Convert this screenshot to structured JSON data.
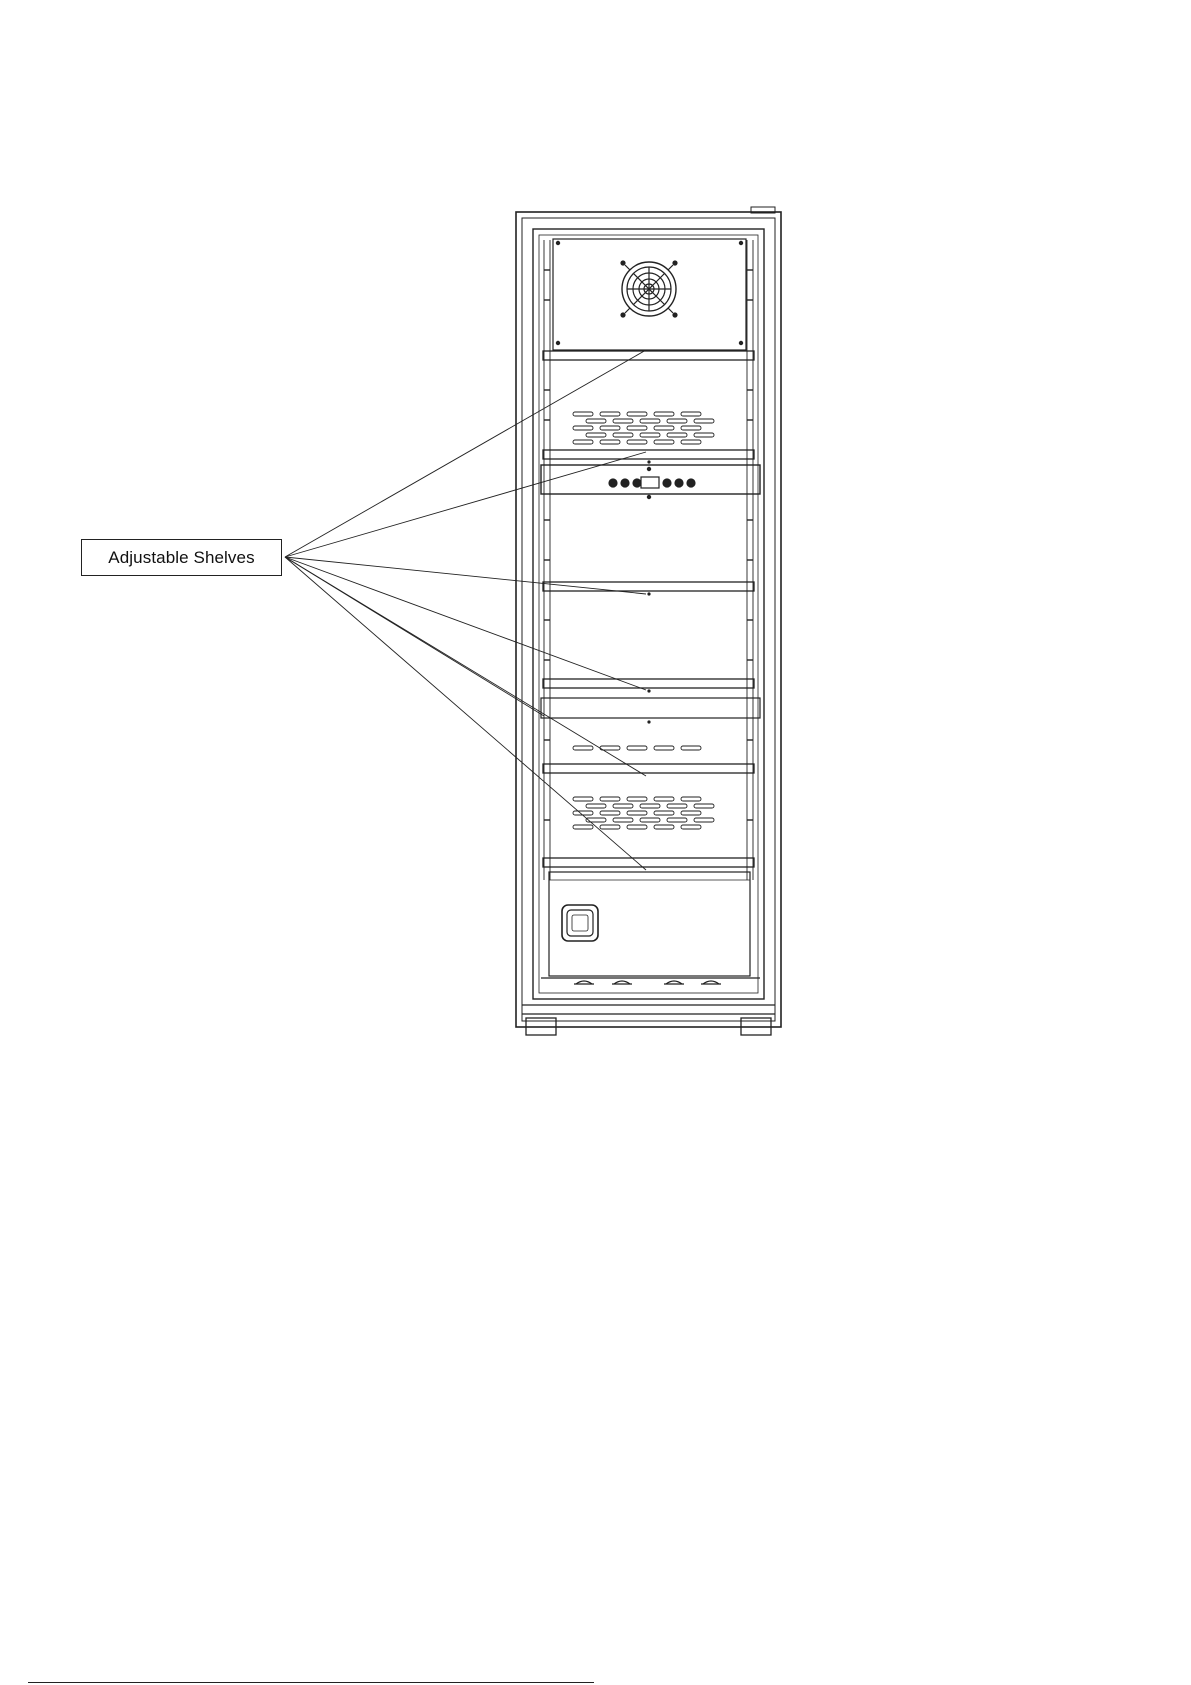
{
  "diagram": {
    "type": "product line drawing",
    "subject": "single-door glass fridge, front view",
    "stroke_color": "#222222",
    "background_color": "#ffffff"
  },
  "callout": {
    "label": "Adjustable Shelves",
    "pointer_count": 7
  }
}
